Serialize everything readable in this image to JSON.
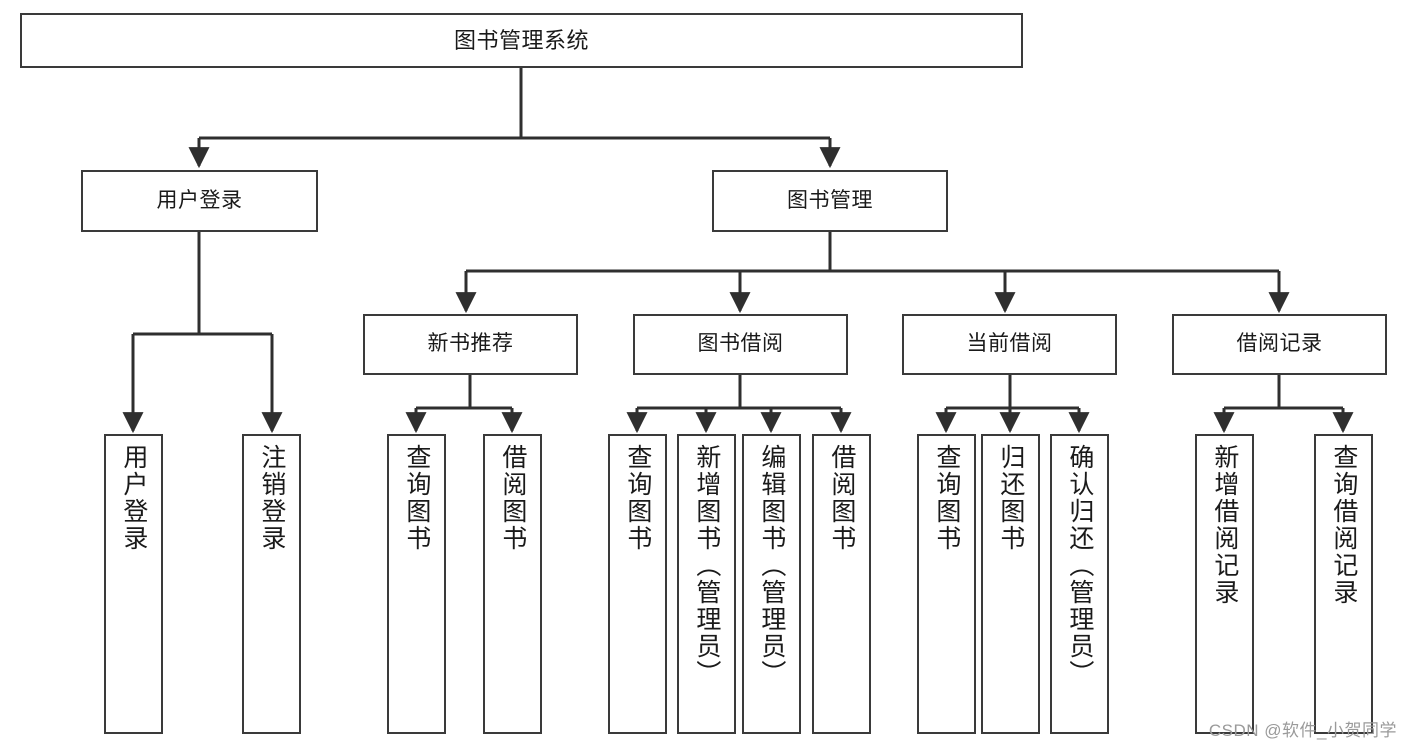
{
  "diagram": {
    "title": "图书管理系统",
    "type": "hierarchy-tree",
    "root": {
      "id": "root",
      "label": "图书管理系统"
    },
    "level1": [
      {
        "id": "user-login",
        "label": "用户登录"
      },
      {
        "id": "book-manage",
        "label": "图书管理"
      }
    ],
    "level2": [
      {
        "id": "new-book-recommend",
        "label": "新书推荐",
        "parent": "book-manage"
      },
      {
        "id": "book-borrow",
        "label": "图书借阅",
        "parent": "book-manage"
      },
      {
        "id": "current-borrow",
        "label": "当前借阅",
        "parent": "book-manage"
      },
      {
        "id": "borrow-record",
        "label": "借阅记录",
        "parent": "book-manage"
      }
    ],
    "leaves": [
      {
        "id": "leaf-user-login",
        "label": "用户登录",
        "parent": "user-login"
      },
      {
        "id": "leaf-user-logout",
        "label": "注销登录",
        "parent": "user-login"
      },
      {
        "id": "leaf-query-book-1",
        "label": "查询图书",
        "parent": "new-book-recommend"
      },
      {
        "id": "leaf-borrow-book-1",
        "label": "借阅图书",
        "parent": "new-book-recommend"
      },
      {
        "id": "leaf-query-book-2",
        "label": "查询图书",
        "parent": "book-borrow"
      },
      {
        "id": "leaf-add-book",
        "label": "新增图书（管理员）",
        "parent": "book-borrow"
      },
      {
        "id": "leaf-edit-book",
        "label": "编辑图书（管理员）",
        "parent": "book-borrow"
      },
      {
        "id": "leaf-borrow-book-2",
        "label": "借阅图书",
        "parent": "book-borrow"
      },
      {
        "id": "leaf-query-book-3",
        "label": "查询图书",
        "parent": "current-borrow"
      },
      {
        "id": "leaf-return-book",
        "label": "归还图书",
        "parent": "current-borrow"
      },
      {
        "id": "leaf-confirm-return",
        "label": "确认归还（管理员）",
        "parent": "current-borrow"
      },
      {
        "id": "leaf-add-record",
        "label": "新增借阅记录",
        "parent": "borrow-record"
      },
      {
        "id": "leaf-query-record",
        "label": "查询借阅记录",
        "parent": "borrow-record"
      }
    ],
    "watermark": "CSDN @软件_小贺同学",
    "colors": {
      "box_border": "#3a3a3a",
      "background": "#ffffff",
      "text": "#1a1a1a",
      "connector": "#2f2f2f",
      "watermark": "#9a9a9a"
    }
  }
}
